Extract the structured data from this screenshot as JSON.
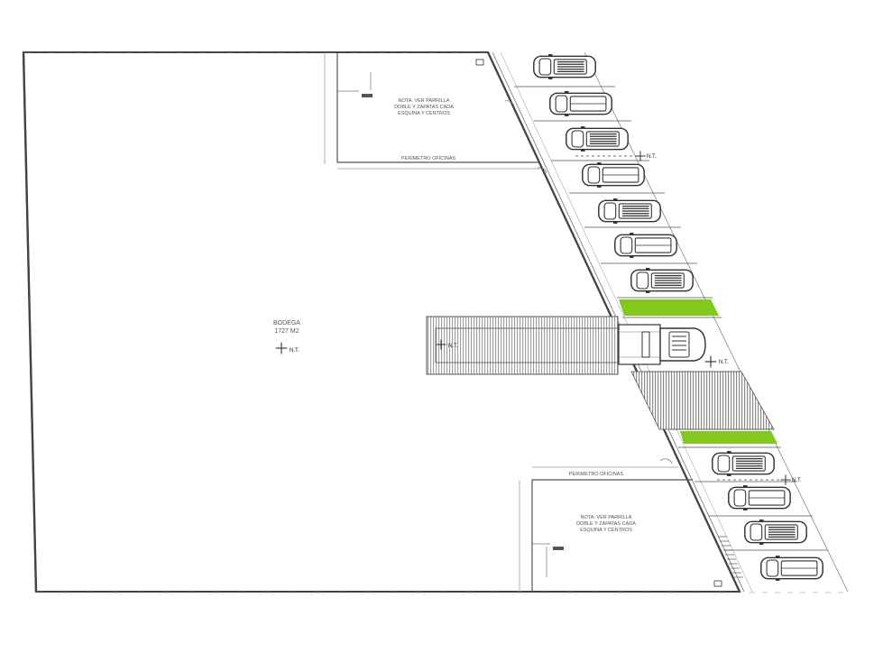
{
  "colors": {
    "wall": "#444444",
    "line": "#555555",
    "thin": "#999999",
    "green": "#82c91e",
    "hatch": "#777777"
  },
  "bodega": {
    "name": "BODEGA",
    "area": "1727 M2",
    "nt_label": "N.T."
  },
  "office_top": {
    "note_lines": [
      "NOTA: VER PARRILLA",
      "DOBLE Y ZAPATAS CADA",
      "ESQUINA Y CENTROS"
    ],
    "perimeter_label": "PERIMETRO OFICINAS"
  },
  "office_bottom": {
    "note_lines": [
      "NOTA: VER PARRILLA",
      "DOBLE Y ZAPATAS CADA",
      "ESQUINA Y CENTROS"
    ],
    "perimeter_label": "PERIMETRO OFICINAS"
  },
  "ramp": {
    "nt_label": "N.T."
  },
  "truck": {
    "nt_label": "N.T."
  },
  "parking": {
    "nt_labels": [
      "N.T.",
      "N.T."
    ]
  },
  "icons": [
    "car-topview-icon",
    "truck-topview-icon",
    "level-crosshair-icon",
    "north-marker-icon"
  ]
}
